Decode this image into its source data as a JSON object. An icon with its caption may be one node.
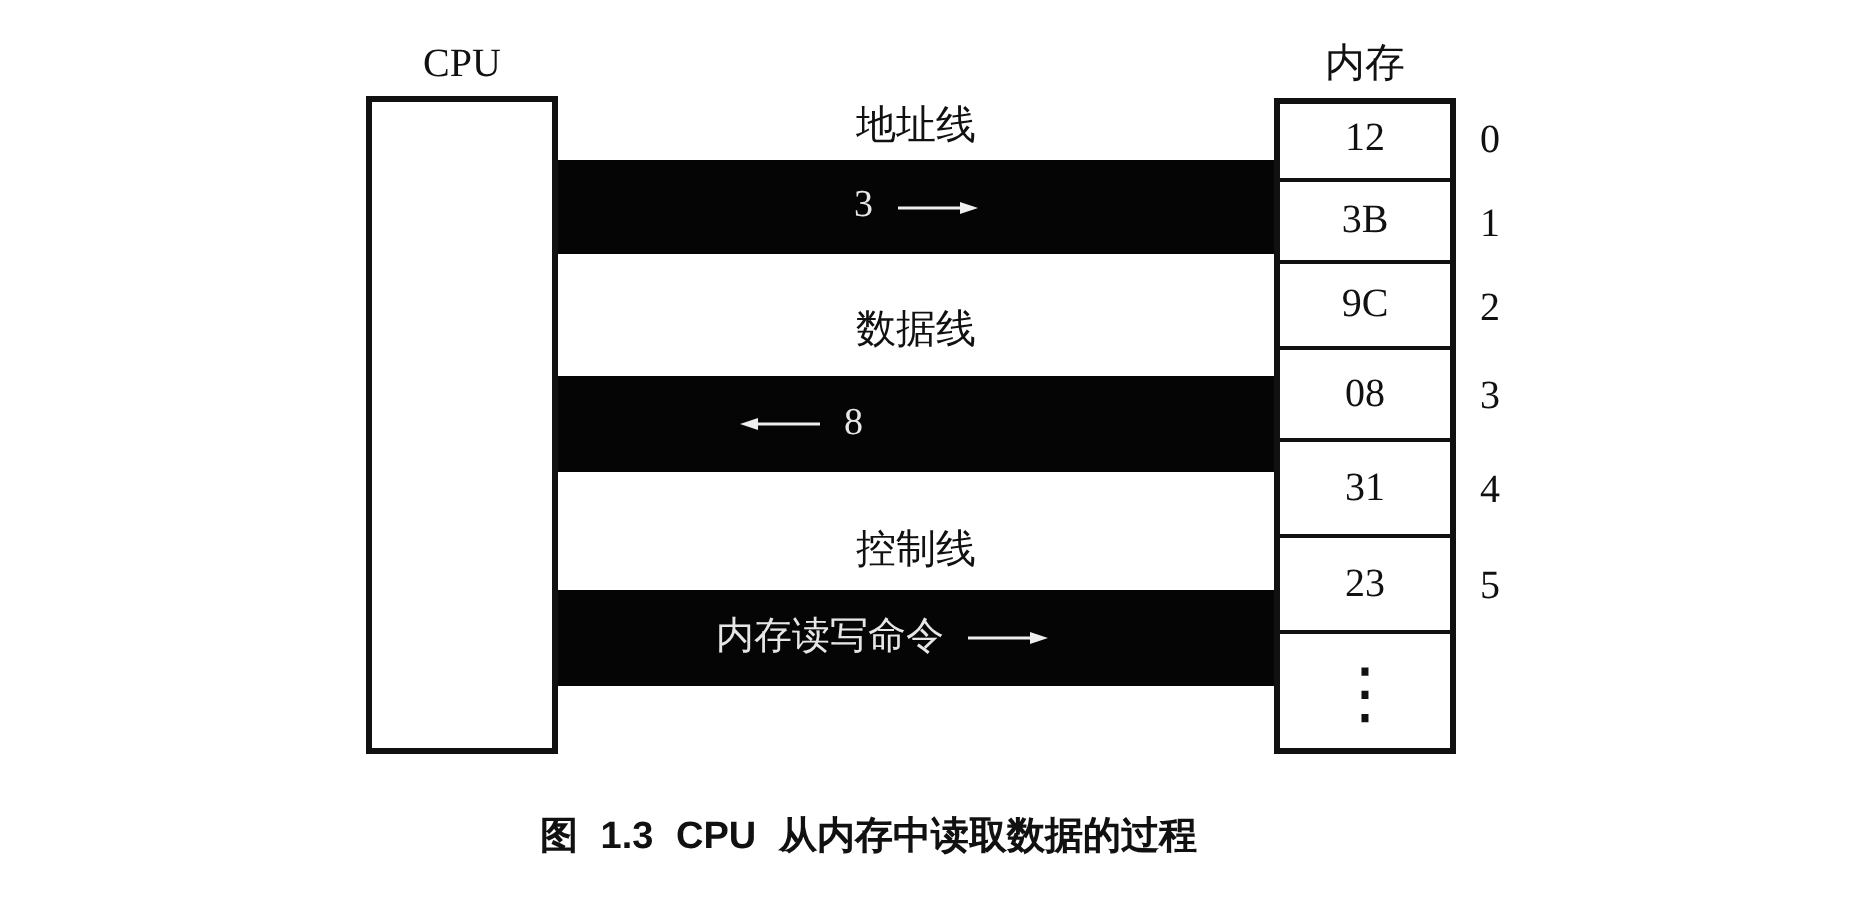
{
  "diagram": {
    "caption": "图 1.3 CPU 从内存中读取数据的过程",
    "nodes": [
      {
        "text": [
          "CPU"
        ]
      },
      {
        "text": [
          "地址线",
          "3"
        ]
      },
      {
        "text": [
          "数据线",
          "8"
        ]
      },
      {
        "text": [
          "控制线",
          "内存读写命令"
        ]
      },
      {
        "text": [
          "内存"
        ]
      },
      {
        "text": [
          "12"
        ],
        "in": 4,
        "beside": [
          "0"
        ]
      },
      {
        "text": [
          "3B"
        ],
        "in": 4,
        "beside": [
          "1"
        ]
      },
      {
        "text": [
          "9C"
        ],
        "in": 4,
        "beside": [
          "2"
        ]
      },
      {
        "text": [
          "08"
        ],
        "in": 4,
        "beside": [
          "3"
        ]
      },
      {
        "text": [
          "31"
        ],
        "in": 4,
        "beside": [
          "4"
        ]
      },
      {
        "text": [
          "23"
        ],
        "in": 4,
        "beside": [
          "5"
        ]
      },
      {
        "text": [
          "⋮"
        ],
        "in": 4
      }
    ]
  }
}
